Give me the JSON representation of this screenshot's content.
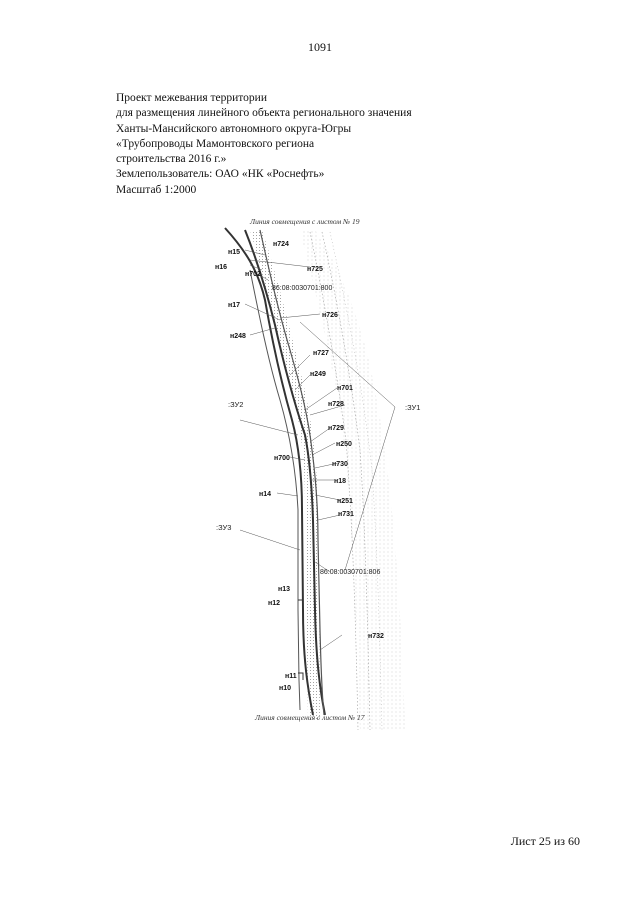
{
  "page_number": "1091",
  "header": {
    "lines": [
      "Проект межевания территории",
      "для размещения линейного объекта регионального значения",
      "Ханты-Мансийского автономного округа-Югры",
      "«Трубопроводы Мамонтовского региона",
      "строительства 2016 г.»",
      "Землепользователь: ОАО «НК «Роснефть»",
      "Масштаб 1:2000"
    ]
  },
  "map": {
    "top_caption": "Линия совмещения с листом № 19",
    "bottom_caption": "Линия совмещения с листом № 17",
    "points": [
      "н724",
      "н15",
      "н16",
      "н725",
      "н702",
      "н17",
      "н726",
      "н248",
      "н727",
      "н249",
      "н701",
      "н728",
      "н729",
      "н250",
      "н700",
      "н730",
      "н18",
      "н14",
      "н251",
      "н731",
      "н13",
      "н12",
      "н732",
      "н11",
      "н10"
    ],
    "zones": [
      ":ЗУ1",
      ":ЗУ2",
      ":ЗУ3"
    ],
    "cadastral": [
      "86:08:0030701:800",
      "86:08:0030701:806"
    ]
  },
  "footer": {
    "sheet": "Лист 25 из 60"
  }
}
